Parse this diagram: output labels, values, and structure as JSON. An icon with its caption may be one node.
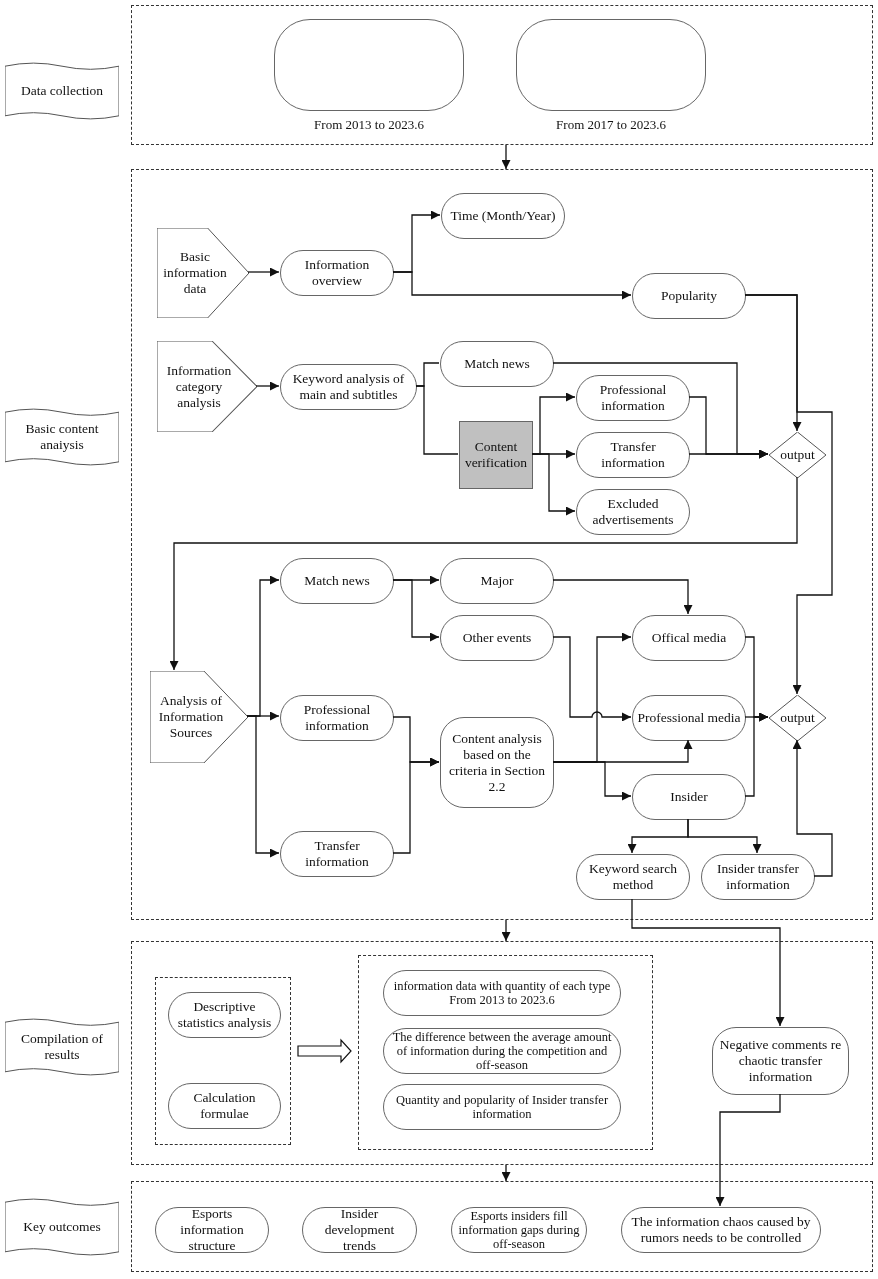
{
  "diagram": {
    "nodes": [
      {
        "text": [
          "Data collection"
        ]
      },
      {
        "text": [],
        "shape": "box"
      },
      {
        "text": [],
        "shape": "box",
        "in": 1,
        "beside": [
          "From 2013 to 2023.6"
        ]
      },
      {
        "text": [],
        "shape": "box",
        "in": 1,
        "beside": [
          "From 2017 to 2023.6"
        ]
      },
      {
        "text": [
          "Basic content anaiysis"
        ]
      },
      {
        "text": [],
        "shape": "box"
      },
      {
        "text": [
          "Basic information data"
        ],
        "in": 5
      },
      {
        "text": [
          "Information overview"
        ],
        "in": 5
      },
      {
        "text": [
          "Time (Month/Year)"
        ],
        "in": 5
      },
      {
        "text": [
          "Popularity"
        ],
        "in": 5
      },
      {
        "text": [
          "Information category analysis"
        ],
        "in": 5
      },
      {
        "text": [
          "Keyword analysis of main and subtitles"
        ],
        "in": 5
      },
      {
        "text": [
          "Match news"
        ],
        "in": 5
      },
      {
        "text": [
          "Content verification"
        ],
        "in": 5
      },
      {
        "text": [
          "Professional information"
        ],
        "in": 5
      },
      {
        "text": [
          "Transfer information"
        ],
        "in": 5
      },
      {
        "text": [
          "Excluded advertisements"
        ],
        "in": 5
      },
      {
        "text": [
          "output"
        ],
        "in": 5
      },
      {
        "text": [
          "Analysis of Information Sources"
        ],
        "in": 5
      },
      {
        "text": [
          "Match news"
        ],
        "in": 5
      },
      {
        "text": [
          "Major"
        ],
        "in": 5
      },
      {
        "text": [
          "Other events"
        ],
        "in": 5
      },
      {
        "text": [
          "Professional information"
        ],
        "in": 5
      },
      {
        "text": [
          "Content analysis based on the criteria in Section 2.2"
        ],
        "in": 5
      },
      {
        "text": [
          "Transfer information"
        ],
        "in": 5
      },
      {
        "text": [
          "Offical media"
        ],
        "in": 5
      },
      {
        "text": [
          "Professional media"
        ],
        "in": 5
      },
      {
        "text": [
          "Insider"
        ],
        "in": 5
      },
      {
        "text": [
          "Keyword search method"
        ],
        "in": 5
      },
      {
        "text": [
          "Insider transfer information"
        ],
        "in": 5
      },
      {
        "text": [
          "output"
        ],
        "in": 5
      },
      {
        "text": [
          "Compilation of results"
        ]
      },
      {
        "text": [],
        "shape": "box"
      },
      {
        "text": [],
        "shape": "box",
        "in": 32
      },
      {
        "text": [
          "Descriptive statistics analysis"
        ],
        "in": 33
      },
      {
        "text": [
          "Calculation formulae"
        ],
        "in": 33
      },
      {
        "text": [],
        "shape": "box",
        "in": 32
      },
      {
        "text": [
          "information data with quantity of each type From 2013 to 2023.6"
        ],
        "in": 36
      },
      {
        "text": [
          "The difference between the average amount of information during the competition and off-season"
        ],
        "in": 36
      },
      {
        "text": [
          "Quantity and popularity of Insider transfer information"
        ],
        "in": 36
      },
      {
        "text": [
          "Negative comments re chaotic transfer information"
        ],
        "in": 32
      },
      {
        "text": [
          "Key outcomes"
        ]
      },
      {
        "text": [],
        "shape": "box"
      },
      {
        "text": [
          "Esports information structure"
        ],
        "in": 42
      },
      {
        "text": [
          "Insider development trends"
        ],
        "in": 42
      },
      {
        "text": [
          "Esports insiders fill information gaps during off-season"
        ],
        "in": 42
      },
      {
        "text": [
          "The information chaos caused by rumors needs to be controlled"
        ],
        "in": 42
      }
    ],
    "edges": [
      {
        "from": 1,
        "to": 5,
        "arrow": "to"
      },
      {
        "from": 5,
        "to": 32,
        "arrow": "to"
      },
      {
        "from": 32,
        "to": 42,
        "arrow": "to"
      },
      {
        "from": 6,
        "to": 7,
        "arrow": "to"
      },
      {
        "from": 7,
        "to": 8,
        "arrow": "to"
      },
      {
        "from": 7,
        "to": 9,
        "arrow": "to"
      },
      {
        "from": 10,
        "to": 11,
        "arrow": "to"
      },
      {
        "from": 11,
        "to": 12,
        "arrow": "none"
      },
      {
        "from": 11,
        "to": 13,
        "arrow": "none"
      },
      {
        "from": 13,
        "to": 14,
        "arrow": "to"
      },
      {
        "from": 13,
        "to": 15,
        "arrow": "to"
      },
      {
        "from": 13,
        "to": 16,
        "arrow": "to"
      },
      {
        "from": 14,
        "to": 17,
        "arrow": "to"
      },
      {
        "from": 15,
        "to": 17,
        "arrow": "to"
      },
      {
        "from": 12,
        "to": 17,
        "arrow": "to"
      },
      {
        "from": 9,
        "to": 17,
        "arrow": "to"
      },
      {
        "from": 9,
        "to": 30,
        "arrow": "to"
      },
      {
        "from": 17,
        "to": 18,
        "arrow": "to"
      },
      {
        "from": 18,
        "to": 19,
        "arrow": "to"
      },
      {
        "from": 18,
        "to": 22,
        "arrow": "to"
      },
      {
        "from": 18,
        "to": 24,
        "arrow": "to"
      },
      {
        "from": 19,
        "to": 20,
        "arrow": "to"
      },
      {
        "from": 19,
        "to": 21,
        "arrow": "to"
      },
      {
        "from": 20,
        "to": 25,
        "arrow": "to"
      },
      {
        "from": 21,
        "to": 26,
        "arrow": "to"
      },
      {
        "from": 22,
        "to": 23,
        "arrow": "to"
      },
      {
        "from": 24,
        "to": 23,
        "arrow": "to"
      },
      {
        "from": 23,
        "to": 25,
        "arrow": "to"
      },
      {
        "from": 23,
        "to": 26,
        "arrow": "to"
      },
      {
        "from": 23,
        "to": 27,
        "arrow": "to"
      },
      {
        "from": 25,
        "to": 30,
        "arrow": "to"
      },
      {
        "from": 26,
        "to": 30,
        "arrow": "to"
      },
      {
        "from": 27,
        "to": 30,
        "arrow": "to"
      },
      {
        "from": 27,
        "to": 28,
        "arrow": "to"
      },
      {
        "from": 27,
        "to": 29,
        "arrow": "to"
      },
      {
        "from": 29,
        "to": 30,
        "arrow": "to"
      },
      {
        "from": 28,
        "to": 40,
        "arrow": "to"
      },
      {
        "from": 33,
        "to": 36,
        "arrow": "to",
        "style": "thick"
      },
      {
        "from": 40,
        "to": 46,
        "arrow": "to"
      }
    ]
  }
}
